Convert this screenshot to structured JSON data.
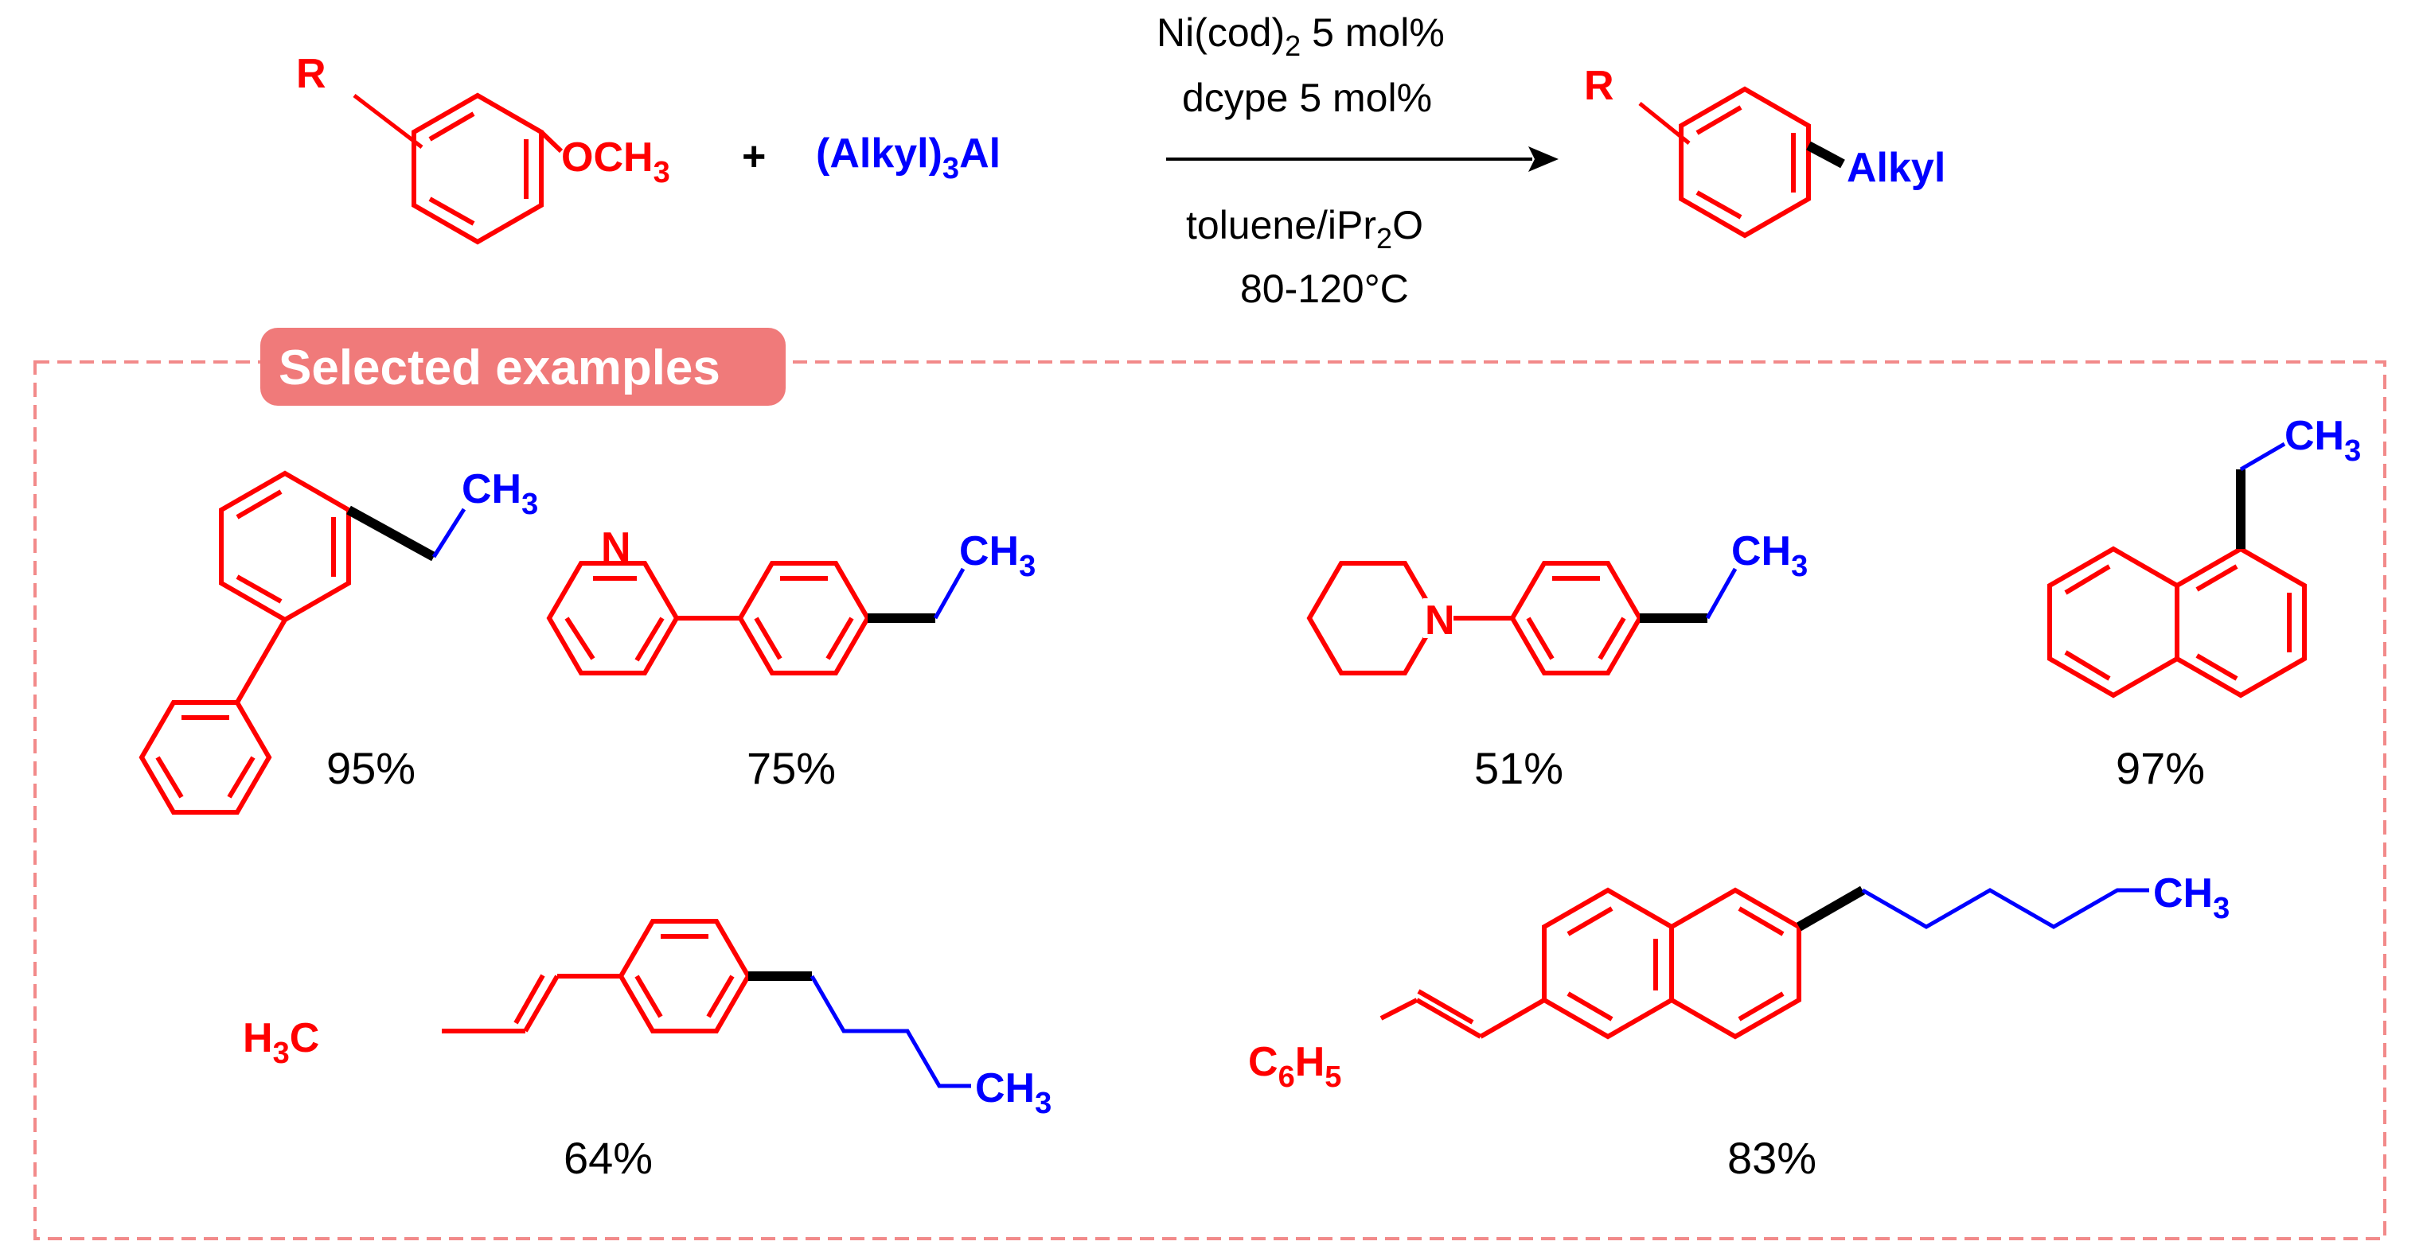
{
  "reaction": {
    "substituent": "R",
    "leaving_group_main": "OCH",
    "leaving_group_sub": "3",
    "plus": "+",
    "reagent_pre": "(Alkyl)",
    "reagent_sub": "3",
    "reagent_post": "Al",
    "conditions": {
      "line1_pre": "Ni(cod)",
      "line1_sub": "2",
      "line1_post": " 5 mol%",
      "line2": "dcype 5 mol%",
      "line3_pre": "toluene/iPr",
      "line3_sub": "2",
      "line3_post": "O",
      "line4": "80-120°C"
    },
    "product_substituent": "R",
    "product_group": "Alkyl"
  },
  "examples_label": "Selected examples",
  "examples": [
    {
      "yield": "95%"
    },
    {
      "yield": "75%",
      "heteroatom": "N"
    },
    {
      "yield": "51%",
      "heteroatom": "N"
    },
    {
      "yield": "97%"
    },
    {
      "yield": "64%"
    },
    {
      "yield": "83%"
    }
  ],
  "group_labels": {
    "ch3": "CH",
    "ch3_sub": "3",
    "h3c_h": "H",
    "h3c_sub": "3",
    "h3c_c": "C",
    "c6h5_c": "C",
    "c6h5_sub1": "6",
    "c6h5_h": "H",
    "c6h5_sub2": "5"
  },
  "colors": {
    "scaffold": "#ff0000",
    "alkyl": "#0000ff",
    "new_bond": "#000000",
    "box_border": "#f28a8a",
    "badge": "#f07a7a"
  }
}
